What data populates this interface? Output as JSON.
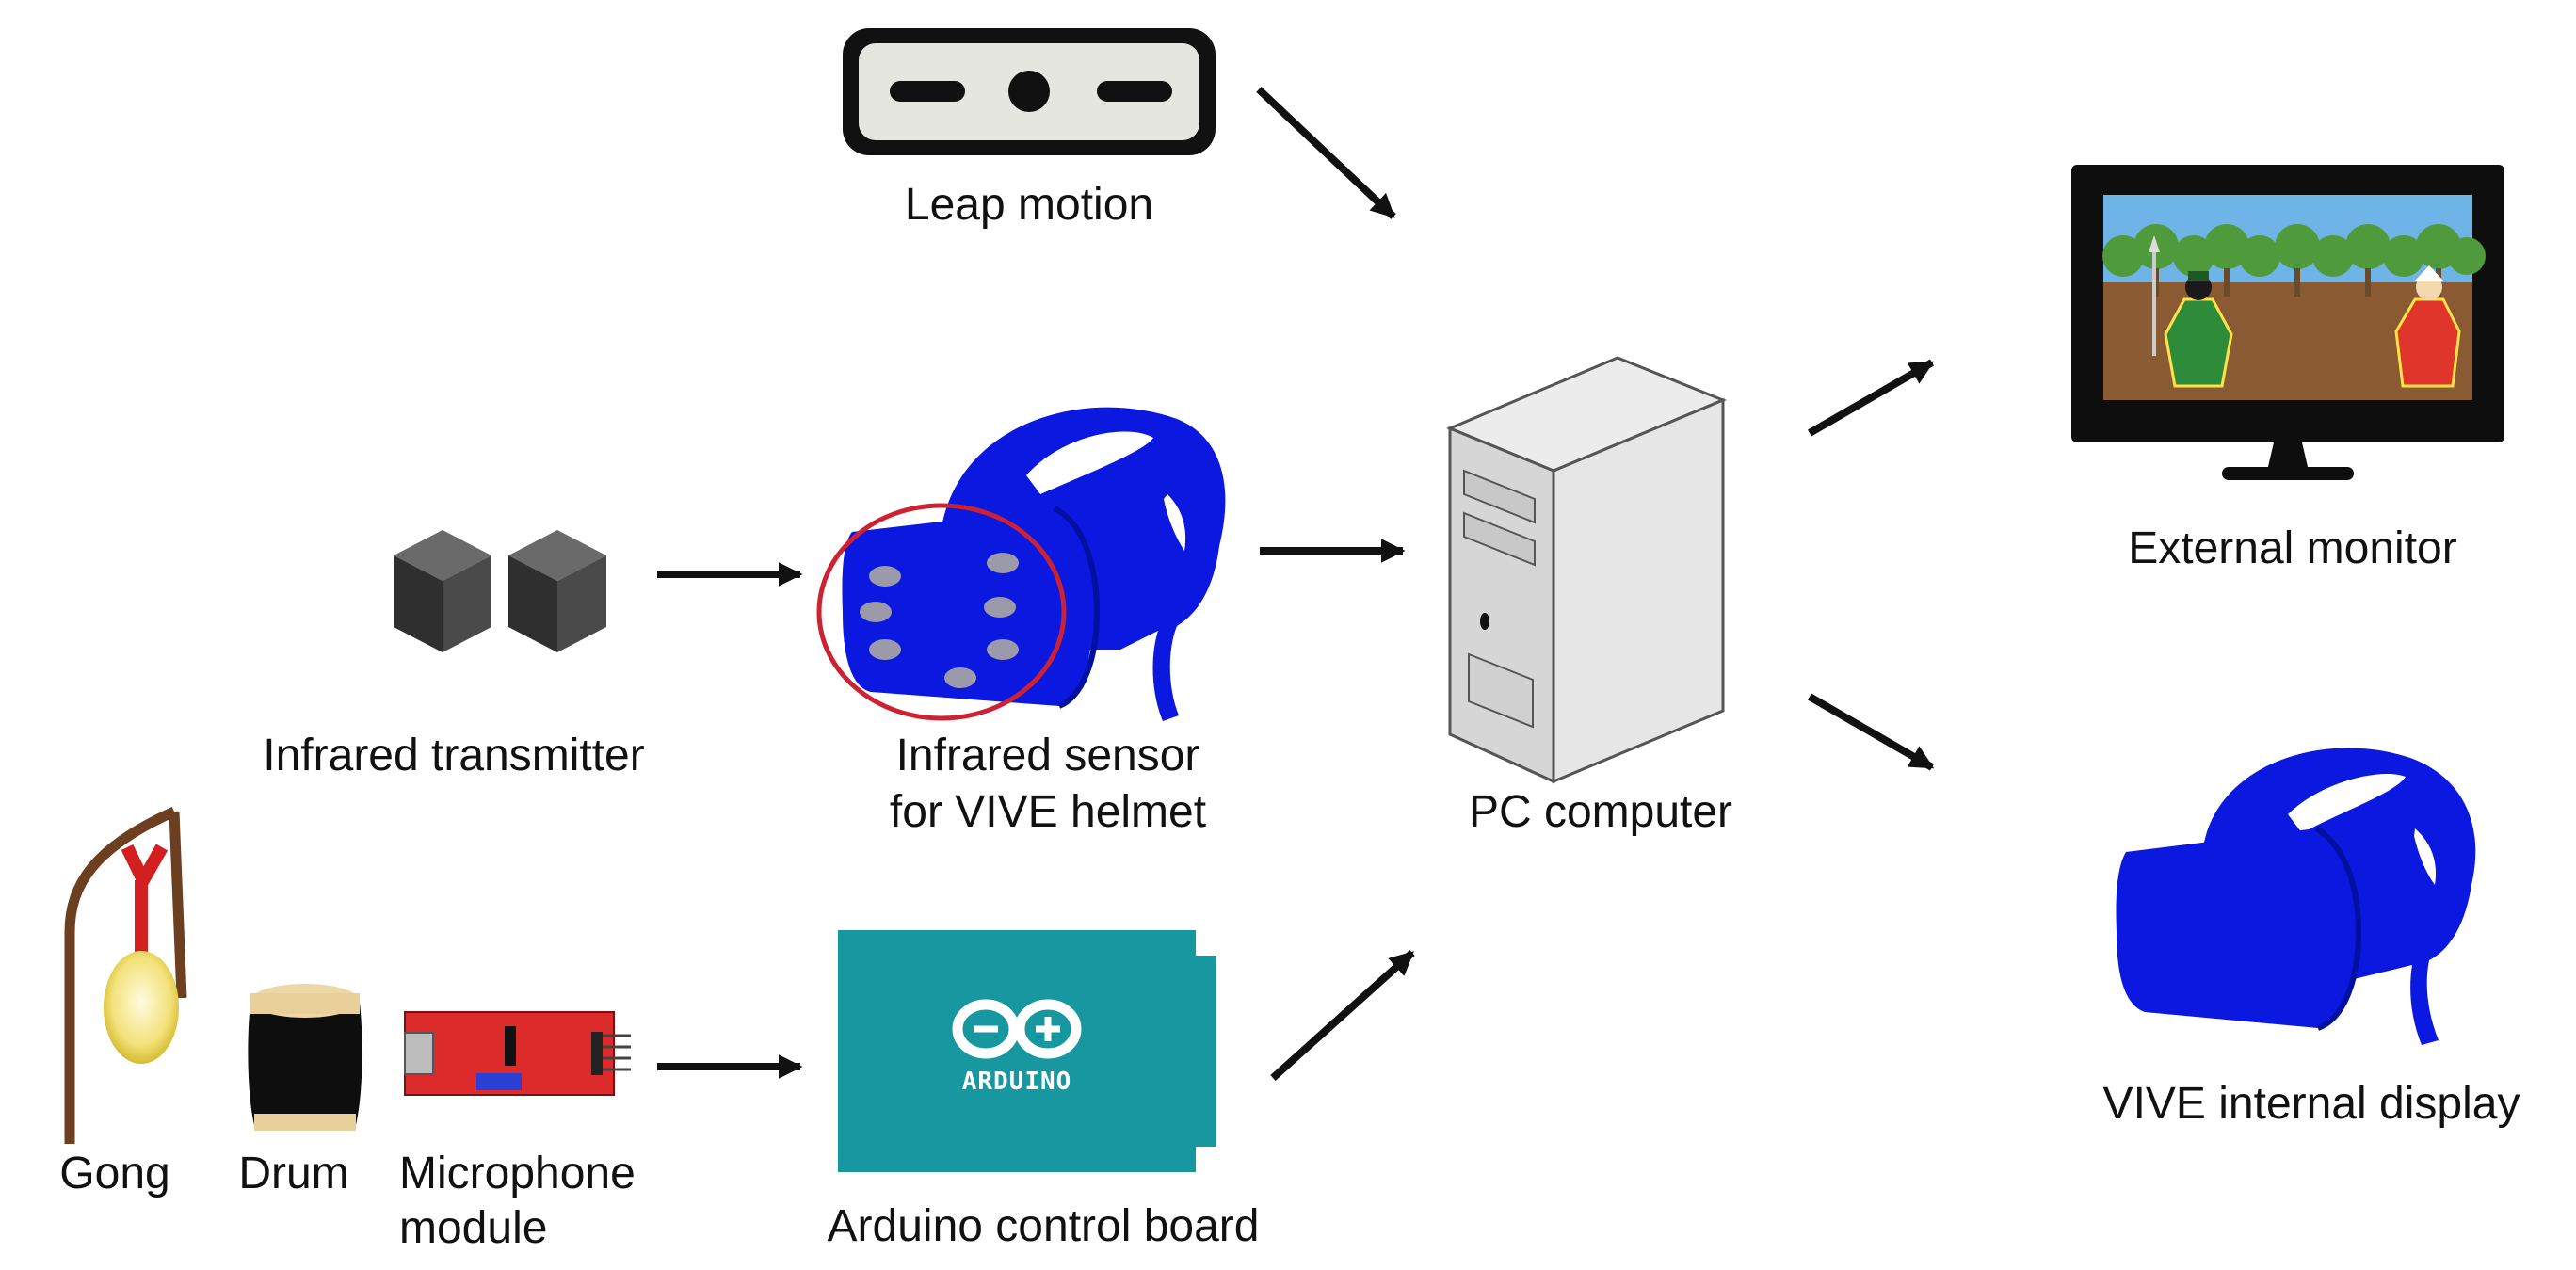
{
  "labels": {
    "leap_motion": "Leap motion",
    "infrared_transmitter": "Infrared transmitter",
    "infrared_sensor_line1": "Infrared sensor",
    "infrared_sensor_line2": "for VIVE helmet",
    "pc_computer": "PC computer",
    "external_monitor": "External monitor",
    "vive_internal_display": "VIVE internal display",
    "gong": "Gong",
    "drum": "Drum",
    "microphone_line1": "Microphone",
    "microphone_line2": "module",
    "arduino_board": "Arduino control board",
    "arduino_logo_text": "ARDUINO"
  },
  "colors": {
    "helmet_blue": "#0a18e0",
    "arduino_teal": "#17979f",
    "mic_board_red": "#dd2a2a",
    "sensor_circle": "#cc2233",
    "gong_wood": "#6b3f1f",
    "gong_disc": "#f0e06a",
    "monitor_sky": "#6fb4e6",
    "monitor_ground": "#8a5a33"
  },
  "icons": [
    "leap-motion-device-icon",
    "infrared-cube-icon",
    "vr-helmet-icon",
    "pc-tower-icon",
    "monitor-icon",
    "gong-icon",
    "drum-icon",
    "microphone-module-icon",
    "arduino-board-icon"
  ]
}
